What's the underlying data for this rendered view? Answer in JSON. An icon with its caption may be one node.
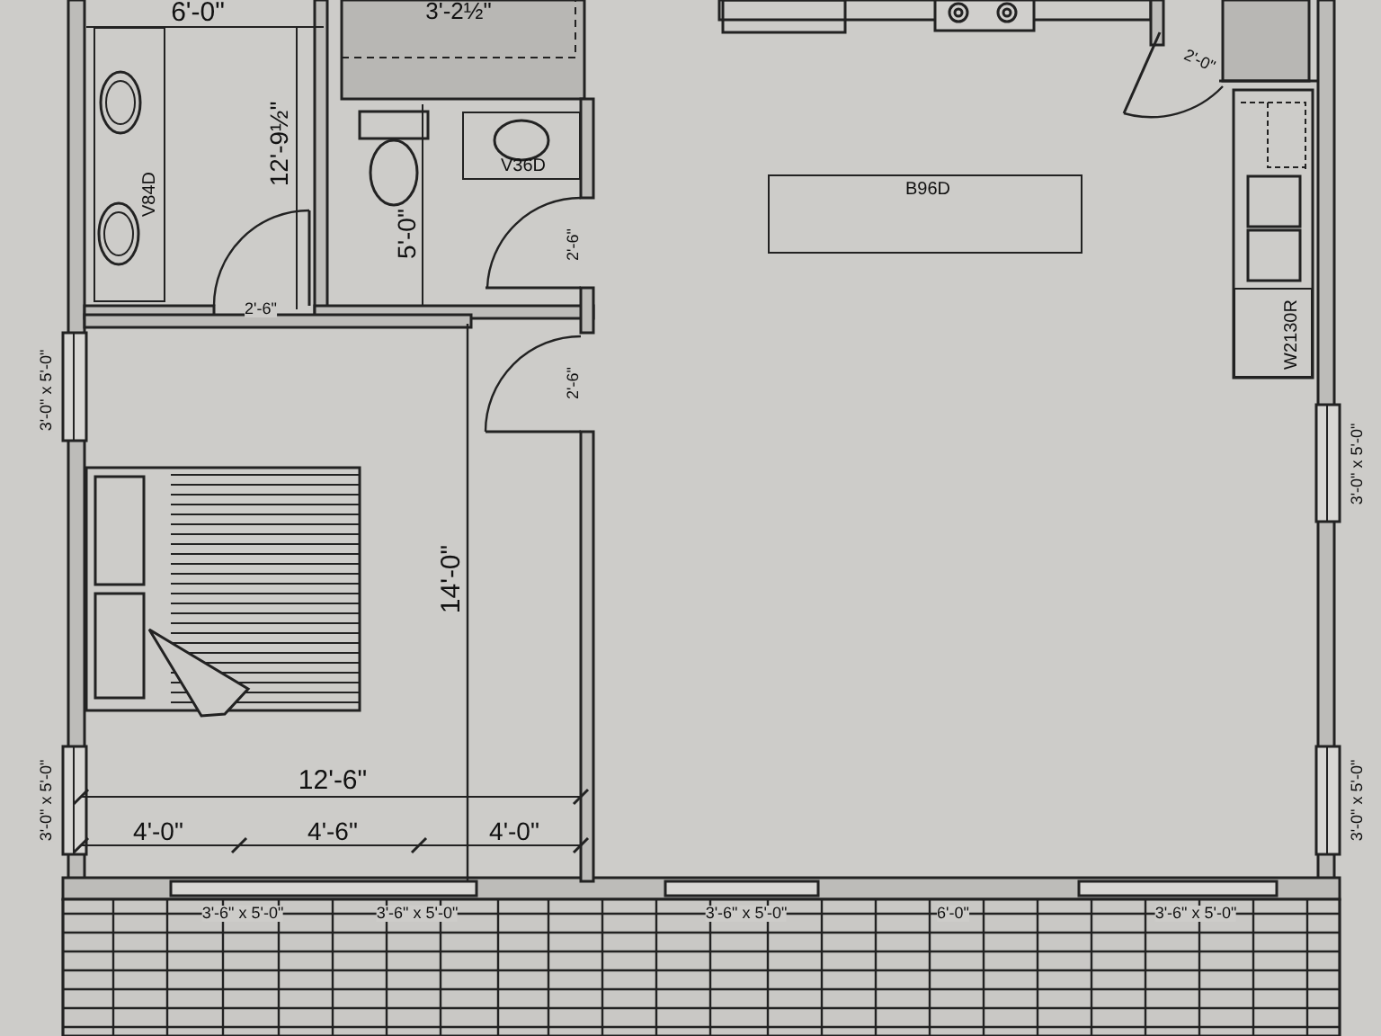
{
  "diagram": {
    "nodes": [
      {
        "text": [
          "V84D"
        ]
      },
      {
        "text": [
          "V36D"
        ]
      },
      {
        "text": [
          "B96D"
        ]
      },
      {
        "text": [
          "W2130R"
        ]
      }
    ],
    "labels": [
      "6'-0\"",
      "3'-2½\"",
      "12'-9½\"",
      "5'-0\"",
      "2'-6\"",
      "2'-6\"",
      "2'-0\"",
      "3'-0\" x 5'-0\"",
      "3'-0\" x 5'-0\"",
      "2'-6\"",
      "14'-0\"",
      "12'-6\"",
      "4'-0\"",
      "4'-6\"",
      "4'-0\"",
      "3'-0\" x 5'-0\"",
      "3'-0\" x 5'-0\"",
      "3'-6\" x 5'-0\"",
      "3'-6\" x 5'-0\"",
      "3'-6\" x 5'-0\"",
      "6'-0\"",
      "3'-6\" x 5'-0\""
    ]
  }
}
